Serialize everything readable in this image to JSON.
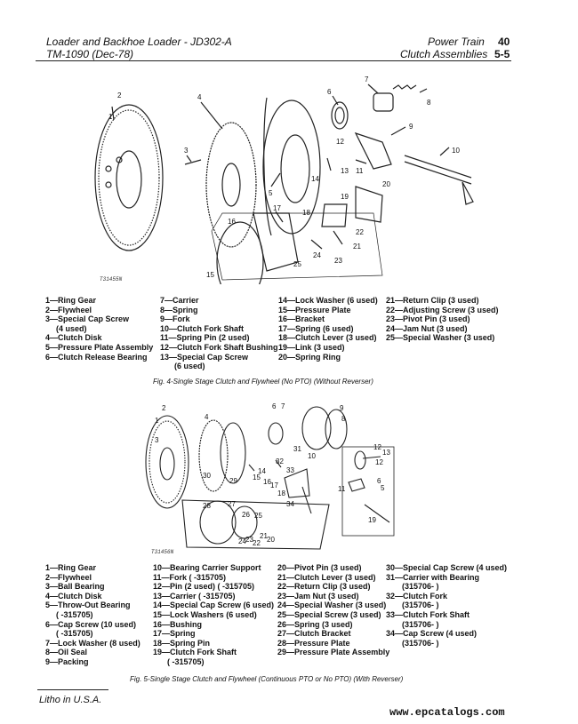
{
  "header": {
    "left_line1": "Loader and Backhoe Loader  -  JD302-A",
    "left_line2": "TM-1090   (Dec-78)",
    "right_line1_label": "Power Train",
    "right_line1_page": "40",
    "right_line2_label": "Clutch Assemblies",
    "right_line2_page": "5-5"
  },
  "figure1": {
    "tag": "T31455N",
    "caption": "Fig. 4-Single Stage Clutch and Flywheel (No PTO) (Without Reverser)",
    "callouts": [
      "1",
      "2",
      "3",
      "4",
      "5",
      "6",
      "7",
      "8",
      "9",
      "10",
      "11",
      "12",
      "13",
      "14",
      "15",
      "16",
      "17",
      "18",
      "19",
      "20",
      "21",
      "22",
      "23",
      "24",
      "25"
    ],
    "legend": [
      [
        "1—Ring Gear",
        "2—Flywheel",
        "3—Special Cap Screw",
        "(4 used)",
        "4—Clutch Disk",
        "5—Pressure Plate Assembly",
        "6—Clutch Release Bearing"
      ],
      [
        "7—Carrier",
        "8—Spring",
        "9—Fork",
        "10—Clutch Fork Shaft",
        "11—Spring Pin (2 used)",
        "12—Clutch Fork Shaft Bushing",
        "13—Special Cap Screw",
        "(6 used)"
      ],
      [
        "14—Lock Washer (6 used)",
        "15—Pressure Plate",
        "16—Bracket",
        "17—Spring (6 used)",
        "18—Clutch Lever (3 used)",
        "19—Link (3 used)",
        "20—Spring Ring"
      ],
      [
        "21—Return Clip (3 used)",
        "22—Adjusting Screw (3 used)",
        "23—Pivot Pin (3 used)",
        "24—Jam Nut (3 used)",
        "25—Special Washer (3 used)"
      ]
    ]
  },
  "figure2": {
    "tag": "T31456N",
    "caption": "Fig. 5-Single Stage Clutch and Flywheel (Continuous PTO or No PTO) (With Reverser)",
    "legend": [
      [
        "1—Ring Gear",
        "2—Flywheel",
        "3—Ball Bearing",
        "4—Clutch Disk",
        "5—Throw-Out Bearing",
        "(      -315705)",
        "6—Cap Screw (10 used)",
        "(      -315705)",
        "7—Lock Washer (8 used)",
        "8—Oil Seal",
        "9—Packing"
      ],
      [
        "10—Bearing Carrier Support",
        "11—Fork (      -315705)",
        "12—Pin (2 used) (      -315705)",
        "13—Carrier (      -315705)",
        "14—Special Cap Screw (6 used)",
        "15—Lock Washers (6 used)",
        "16—Bushing",
        "17—Spring",
        "18—Spring Pin",
        "19—Clutch Fork Shaft",
        "(      -315705)"
      ],
      [
        "20—Pivot Pin (3 used)",
        "21—Clutch Lever (3 used)",
        "22—Return Clip (3 used)",
        "23—Jam Nut (3 used)",
        "24—Special Washer (3 used)",
        "25—Special Screw (3 used)",
        "26—Spring (3 used)",
        "27—Clutch Bracket",
        "28—Pressure Plate",
        "29—Pressure Plate Assembly"
      ],
      [
        "30—Special Cap Screw (4 used)",
        "31—Carrier with Bearing",
        "(315706-        )",
        "32—Clutch Fork",
        "(315706-        )",
        "33—Clutch Fork Shaft",
        "(315706-        )",
        "34—Cap Screw (4 used)",
        "(315706-        )"
      ]
    ]
  },
  "footer": {
    "litho": "Litho in U.S.A.",
    "url": "www.epcatalogs.com"
  }
}
